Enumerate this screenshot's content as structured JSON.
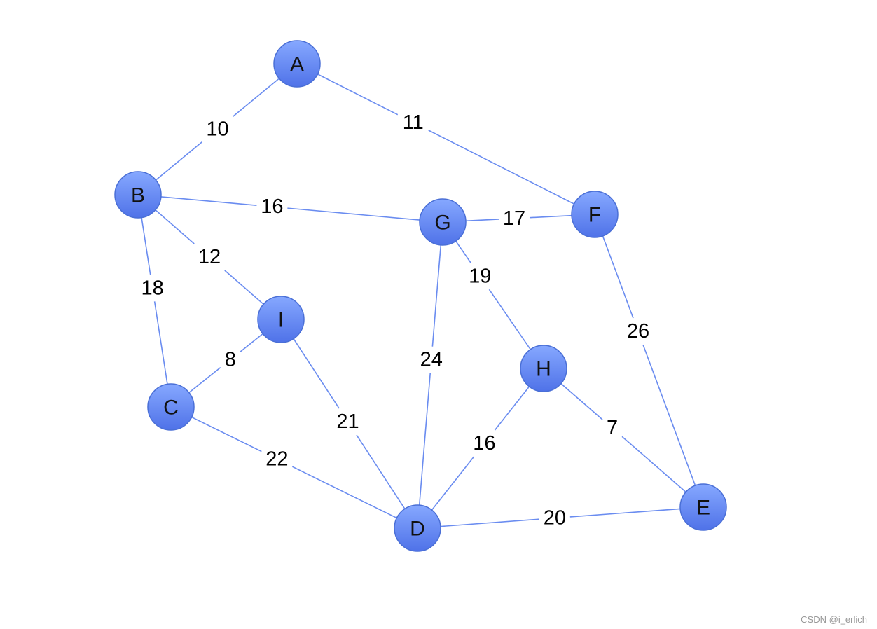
{
  "graph": {
    "nodes": [
      {
        "id": "A",
        "label": "A"
      },
      {
        "id": "B",
        "label": "B"
      },
      {
        "id": "C",
        "label": "C"
      },
      {
        "id": "D",
        "label": "D"
      },
      {
        "id": "E",
        "label": "E"
      },
      {
        "id": "F",
        "label": "F"
      },
      {
        "id": "G",
        "label": "G"
      },
      {
        "id": "H",
        "label": "H"
      },
      {
        "id": "I",
        "label": "I"
      }
    ],
    "edges": [
      {
        "from": "A",
        "to": "B",
        "weight": "10"
      },
      {
        "from": "A",
        "to": "F",
        "weight": "11"
      },
      {
        "from": "B",
        "to": "G",
        "weight": "16"
      },
      {
        "from": "B",
        "to": "I",
        "weight": "12"
      },
      {
        "from": "B",
        "to": "C",
        "weight": "18"
      },
      {
        "from": "G",
        "to": "F",
        "weight": "17"
      },
      {
        "from": "G",
        "to": "H",
        "weight": "19"
      },
      {
        "from": "G",
        "to": "D",
        "weight": "24"
      },
      {
        "from": "F",
        "to": "E",
        "weight": "26"
      },
      {
        "from": "I",
        "to": "C",
        "weight": "8"
      },
      {
        "from": "I",
        "to": "D",
        "weight": "21"
      },
      {
        "from": "C",
        "to": "D",
        "weight": "22"
      },
      {
        "from": "H",
        "to": "D",
        "weight": "16"
      },
      {
        "from": "H",
        "to": "E",
        "weight": "7"
      },
      {
        "from": "D",
        "to": "E",
        "weight": "20"
      }
    ],
    "colors": {
      "edge": "#6a8cf0",
      "node_fill_top": "#86a8ff",
      "node_fill_bottom": "#4f72e8",
      "node_stroke": "#4a6fd6"
    }
  },
  "watermark": "CSDN @i_erlich"
}
